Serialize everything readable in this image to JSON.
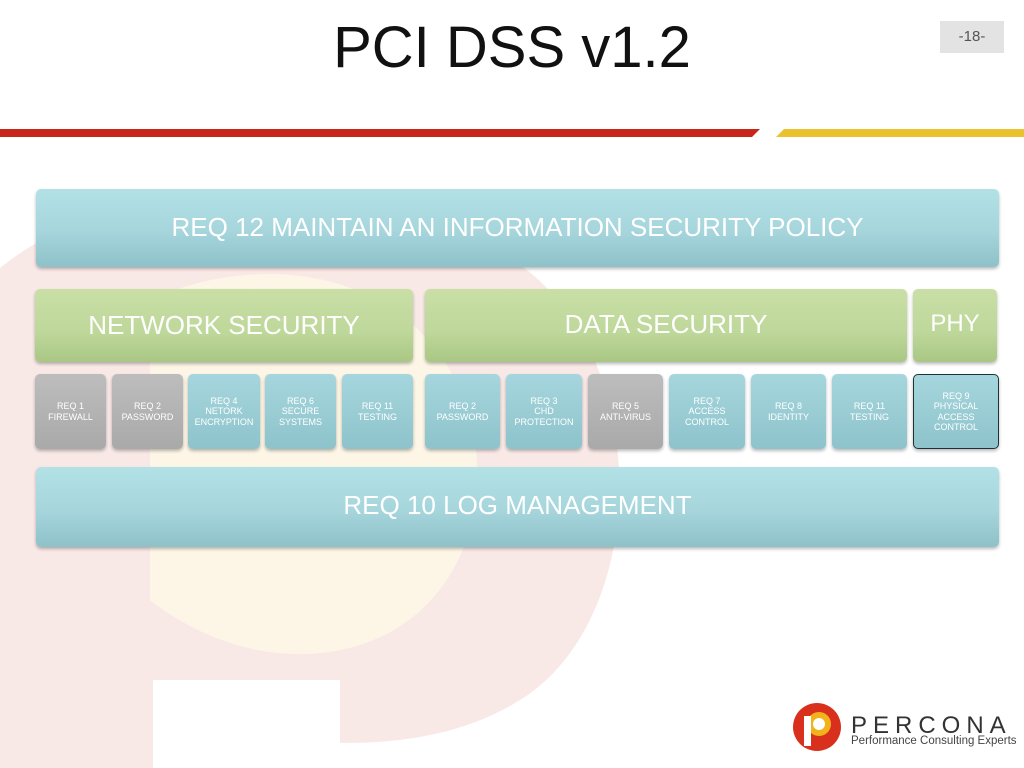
{
  "slide": {
    "title": "PCI DSS v1.2",
    "page_number": "-18-"
  },
  "colors": {
    "accent_red": "#c8251b",
    "accent_yellow": "#e9c22e",
    "teal": "#a6d5dc",
    "green": "#bed79a",
    "grey": "#b3b3b3"
  },
  "diagram": {
    "top_banner": "REQ 12 MAINTAIN AN INFORMATION SECURITY POLICY",
    "groups": {
      "network": "NETWORK SECURITY",
      "data": "DATA SECURITY",
      "physical": "PHY"
    },
    "requirements": [
      {
        "label": "REQ 1\nFIREWALL",
        "style": "grey"
      },
      {
        "label": "REQ 2\nPASSWORD",
        "style": "grey"
      },
      {
        "label": "REQ 4\nNETORK\nENCRYPTION",
        "style": "teal"
      },
      {
        "label": "REQ 6\nSECURE\nSYSTEMS",
        "style": "teal"
      },
      {
        "label": "REQ 11\nTESTING",
        "style": "teal"
      },
      {
        "label": "REQ 2\nPASSWORD",
        "style": "teal"
      },
      {
        "label": "REQ 3\nCHD\nPROTECTION",
        "style": "teal"
      },
      {
        "label": "REQ 5\nANTI-VIRUS",
        "style": "grey"
      },
      {
        "label": "REQ 7\nACCESS\nCONTROL",
        "style": "teal"
      },
      {
        "label": "REQ 8\nIDENTITY",
        "style": "teal"
      },
      {
        "label": "REQ 11\nTESTING",
        "style": "teal"
      },
      {
        "label": "REQ 9\nPHYSICAL\nACCESS\nCONTROL",
        "style": "teal",
        "selected": true
      }
    ],
    "bottom_banner": "REQ 10 LOG MANAGEMENT"
  },
  "logo": {
    "icon": "percona-logo-icon",
    "name": "PERCONA",
    "tagline": "Performance Consulting Experts"
  }
}
